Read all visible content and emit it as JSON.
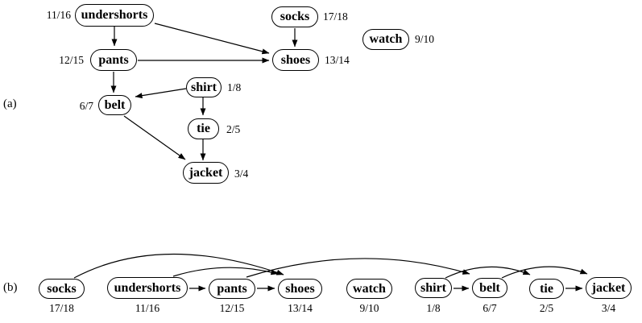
{
  "panel_a": {
    "label": "(a)",
    "nodes": {
      "undershorts": {
        "label": "undershorts",
        "time": "11/16"
      },
      "socks": {
        "label": "socks",
        "time": "17/18"
      },
      "watch": {
        "label": "watch",
        "time": "9/10"
      },
      "pants": {
        "label": "pants",
        "time": "12/15"
      },
      "shoes": {
        "label": "shoes",
        "time": "13/14"
      },
      "shirt": {
        "label": "shirt",
        "time": "1/8"
      },
      "belt": {
        "label": "belt",
        "time": "6/7"
      },
      "tie": {
        "label": "tie",
        "time": "2/5"
      },
      "jacket": {
        "label": "jacket",
        "time": "3/4"
      }
    },
    "edges": [
      {
        "from": "undershorts",
        "to": "pants"
      },
      {
        "from": "undershorts",
        "to": "shoes"
      },
      {
        "from": "pants",
        "to": "shoes"
      },
      {
        "from": "pants",
        "to": "belt"
      },
      {
        "from": "socks",
        "to": "shoes"
      },
      {
        "from": "shirt",
        "to": "belt"
      },
      {
        "from": "shirt",
        "to": "tie"
      },
      {
        "from": "belt",
        "to": "jacket"
      },
      {
        "from": "tie",
        "to": "jacket"
      }
    ]
  },
  "panel_b": {
    "label": "(b)",
    "order": [
      "socks",
      "undershorts",
      "pants",
      "shoes",
      "watch",
      "shirt",
      "belt",
      "tie",
      "jacket"
    ],
    "nodes": {
      "socks": {
        "label": "socks",
        "time": "17/18"
      },
      "undershorts": {
        "label": "undershorts",
        "time": "11/16"
      },
      "pants": {
        "label": "pants",
        "time": "12/15"
      },
      "shoes": {
        "label": "shoes",
        "time": "13/14"
      },
      "watch": {
        "label": "watch",
        "time": "9/10"
      },
      "shirt": {
        "label": "shirt",
        "time": "1/8"
      },
      "belt": {
        "label": "belt",
        "time": "6/7"
      },
      "tie": {
        "label": "tie",
        "time": "2/5"
      },
      "jacket": {
        "label": "jacket",
        "time": "3/4"
      }
    },
    "edges": [
      {
        "from": "socks",
        "to": "shoes"
      },
      {
        "from": "undershorts",
        "to": "pants"
      },
      {
        "from": "undershorts",
        "to": "shoes"
      },
      {
        "from": "pants",
        "to": "shoes"
      },
      {
        "from": "pants",
        "to": "belt"
      },
      {
        "from": "shirt",
        "to": "belt"
      },
      {
        "from": "shirt",
        "to": "tie"
      },
      {
        "from": "belt",
        "to": "jacket"
      },
      {
        "from": "tie",
        "to": "jacket"
      }
    ]
  }
}
